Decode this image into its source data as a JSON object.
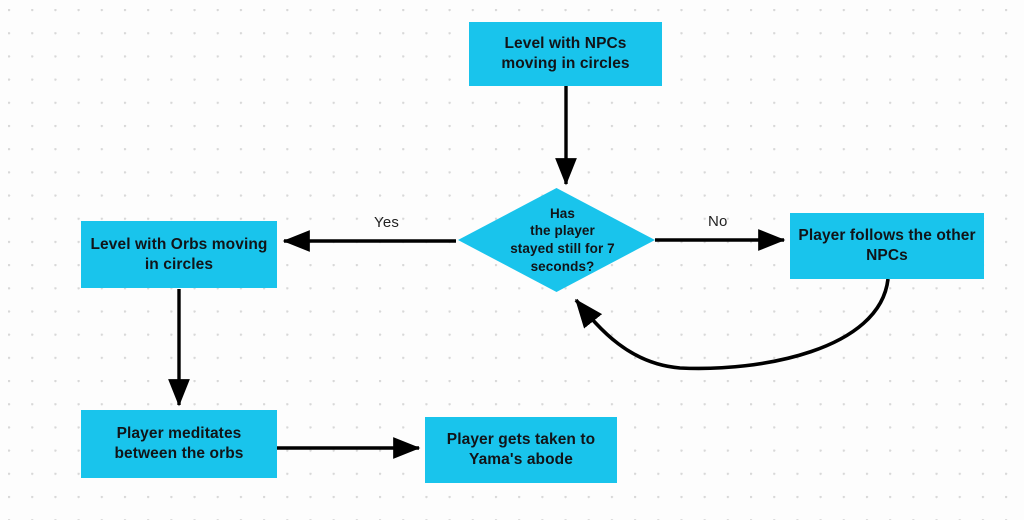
{
  "diagram": {
    "type": "flowchart",
    "background": "#fdfdfd",
    "grid": "dotted",
    "node_fill": "#19c4ec",
    "node_text_color": "#111418",
    "edge_color": "#000000",
    "nodes": [
      {
        "id": "level-npcs",
        "shape": "rectangle",
        "label": "Level with NPCs\nmoving in circles"
      },
      {
        "id": "decision-stayed-still",
        "shape": "diamond",
        "label": "Has\nthe player\nstayed still for 7\nseconds?"
      },
      {
        "id": "level-orbs",
        "shape": "rectangle",
        "label": "Level with Orbs moving\nin circles"
      },
      {
        "id": "player-follows-npcs",
        "shape": "rectangle",
        "label": "Player follows the other\nNPCs"
      },
      {
        "id": "player-meditates",
        "shape": "rectangle",
        "label": "Player meditates\nbetween the orbs"
      },
      {
        "id": "yama-abode",
        "shape": "rectangle",
        "label": "Player gets taken to\nYama's abode"
      }
    ],
    "edges": [
      {
        "id": "npcs-to-decision",
        "from": "level-npcs",
        "to": "decision-stayed-still",
        "label": "",
        "style": "straight"
      },
      {
        "id": "decision-to-orbs",
        "from": "decision-stayed-still",
        "to": "level-orbs",
        "label": "Yes",
        "style": "straight"
      },
      {
        "id": "decision-to-follows",
        "from": "decision-stayed-still",
        "to": "player-follows-npcs",
        "label": "No",
        "style": "straight"
      },
      {
        "id": "orbs-to-meditates",
        "from": "level-orbs",
        "to": "player-meditates",
        "label": "",
        "style": "straight"
      },
      {
        "id": "meditates-to-yama",
        "from": "player-meditates",
        "to": "yama-abode",
        "label": "",
        "style": "straight"
      },
      {
        "id": "follows-to-decision",
        "from": "player-follows-npcs",
        "to": "decision-stayed-still",
        "label": "",
        "style": "curved"
      }
    ],
    "labels": {
      "yes": "Yes",
      "no": "No"
    }
  }
}
